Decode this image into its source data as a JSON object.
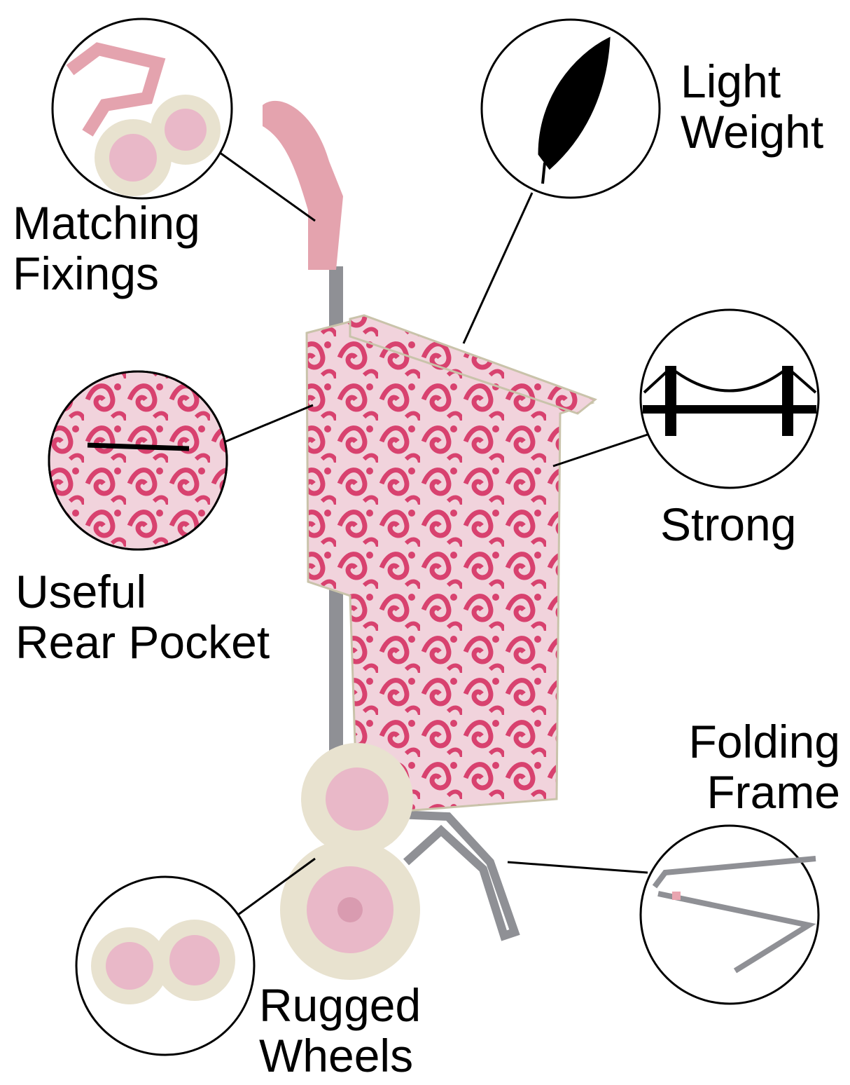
{
  "features": [
    {
      "id": "matching-fixings",
      "lines": [
        "Matching",
        "Fixings"
      ],
      "icon": "handle-and-wheels-photo"
    },
    {
      "id": "light-weight",
      "lines": [
        "Light",
        "Weight"
      ],
      "icon": "feather-icon"
    },
    {
      "id": "useful-rear-pocket",
      "lines": [
        "Useful",
        "Rear Pocket"
      ],
      "icon": "zip-pocket-photo"
    },
    {
      "id": "strong",
      "lines": [
        "Strong"
      ],
      "icon": "bridge-icon"
    },
    {
      "id": "folding-frame",
      "lines": [
        "Folding",
        "Frame"
      ],
      "icon": "folded-frame-photo"
    },
    {
      "id": "rugged-wheels",
      "lines": [
        "Rugged",
        "Wheels"
      ],
      "icon": "wheels-photo"
    }
  ],
  "colors": {
    "bag_pink": "#d8426f",
    "bag_light": "#f1d3dc",
    "handle_pink": "#e4a3ae",
    "wheel_cream": "#e8e2cf",
    "frame_grey": "#8f9095"
  }
}
